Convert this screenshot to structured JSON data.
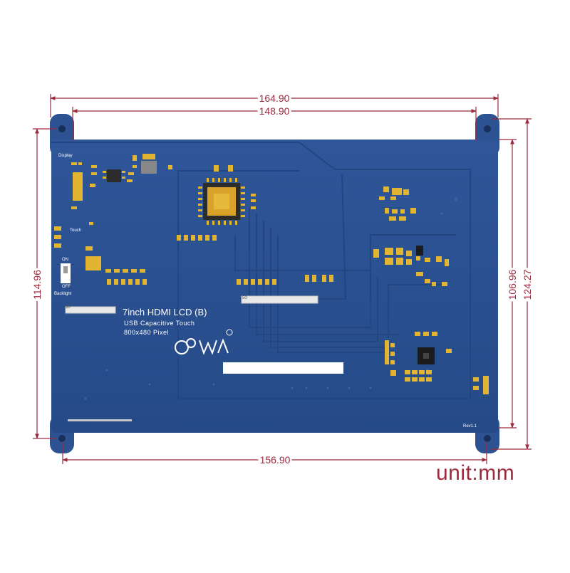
{
  "dimensions": {
    "overall_width": "164.90",
    "inner_width": "148.90",
    "bottom_width": "156.90",
    "left_height": "114.96",
    "right_inner_height": "106.96",
    "right_outer_height": "124.27",
    "unit": "unit:mm"
  },
  "board": {
    "title": "7inch HDMI LCD (B)",
    "subtitle_1": "USB  Capacitive Touch",
    "subtitle_2": "800x480 Pixel",
    "label_display": "Display",
    "label_touch": "Touch",
    "label_on": "ON",
    "label_off": "OFF",
    "label_backlight": "Backlight",
    "label_connector_30": "30",
    "label_connector_50": "50",
    "label_rev": "Rev1.1"
  },
  "colors": {
    "dimension_line": "#9c2a3c",
    "pcb_blue": "#2a4f8f",
    "pad_gold": "#e1b431",
    "silkscreen": "#ffffff"
  }
}
